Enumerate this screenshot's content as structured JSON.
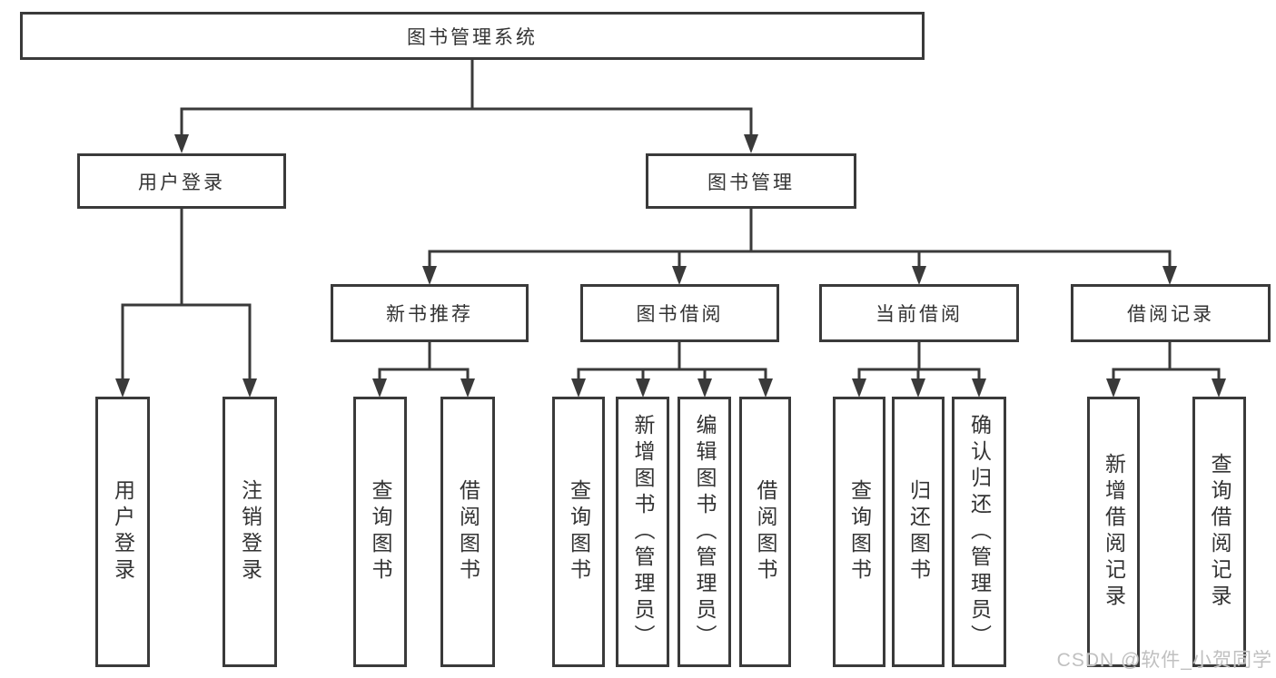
{
  "diagram": {
    "root": "图书管理系统",
    "branches": [
      {
        "label": "用户登录",
        "leaves": [
          "用户登录",
          "注销登录"
        ]
      },
      {
        "label": "图书管理",
        "sections": [
          {
            "label": "新书推荐",
            "leaves": [
              "查询图书",
              "借阅图书"
            ]
          },
          {
            "label": "图书借阅",
            "leaves": [
              "查询图书",
              "新增图书（管理员）",
              "编辑图书（管理员）",
              "借阅图书"
            ]
          },
          {
            "label": "当前借阅",
            "leaves": [
              "查询图书",
              "归还图书",
              "确认归还（管理员）"
            ]
          },
          {
            "label": "借阅记录",
            "leaves": [
              "新增借阅记录",
              "查询借阅记录"
            ]
          }
        ]
      }
    ]
  },
  "watermark": "CSDN @软件_小贺同学",
  "colors": {
    "line": "#3a3a3a",
    "box_border": "#3a3a3a",
    "text": "#333333",
    "watermark": "#c0c0c0",
    "background": "#ffffff"
  }
}
